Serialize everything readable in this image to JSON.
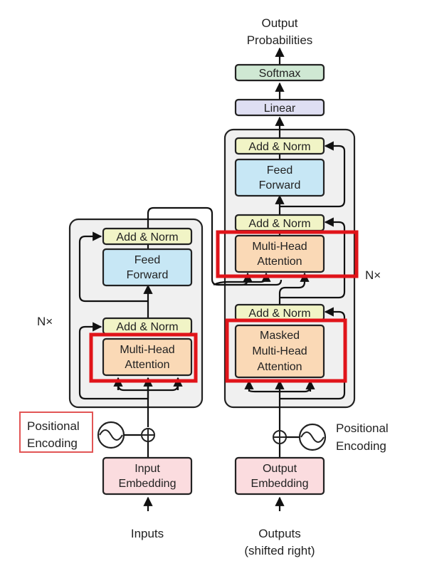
{
  "colors": {
    "add_norm": "#f1f4c6",
    "feed_forward": "#c7e7f5",
    "attention": "#fad9b6",
    "embedding": "#fbdcdf",
    "linear": "#dfdff3",
    "softmax": "#cfe8d3",
    "stack_bg": "#f0f0f0",
    "highlight": "#e0141a"
  },
  "encoder": {
    "repeat_label": "N×",
    "add_norm_top": "Add & Norm",
    "feed_forward": [
      "Feed",
      "Forward"
    ],
    "add_norm_bottom": "Add & Norm",
    "attention": [
      "Multi-Head",
      "Attention"
    ],
    "positional_encoding": [
      "Positional",
      "Encoding"
    ],
    "embedding": [
      "Input",
      "Embedding"
    ],
    "input_label": "Inputs"
  },
  "decoder": {
    "repeat_label": "N×",
    "add_norm_top": "Add & Norm",
    "feed_forward": [
      "Feed",
      "Forward"
    ],
    "add_norm_middle": "Add & Norm",
    "cross_attention": [
      "Multi-Head",
      "Attention"
    ],
    "add_norm_bottom": "Add & Norm",
    "masked_attention": [
      "Masked",
      "Multi-Head",
      "Attention"
    ],
    "positional_encoding": [
      "Positional",
      "Encoding"
    ],
    "embedding": [
      "Output",
      "Embedding"
    ],
    "input_label": [
      "Outputs",
      "(shifted right)"
    ]
  },
  "head": {
    "linear": "Linear",
    "softmax": "Softmax",
    "output_label": [
      "Output",
      "Probabilities"
    ]
  }
}
